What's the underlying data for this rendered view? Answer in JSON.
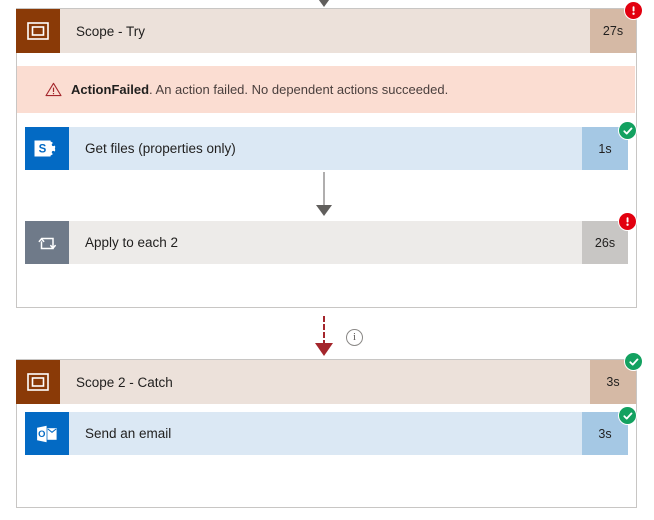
{
  "flow": {
    "top_connector": {
      "name": "incoming-connector",
      "style": "solid"
    },
    "scopes": [
      {
        "id": "scope-try",
        "title": "Scope - Try",
        "duration": "27s",
        "status": "failed",
        "status_icon": "error-icon",
        "scope_icon": "scope-icon",
        "error": {
          "icon": "warning-triangle-icon",
          "code": "ActionFailed",
          "text": ". An action failed. No dependent actions succeeded."
        },
        "actions": [
          {
            "title": "Get files (properties only)",
            "duration": "1s",
            "status": "succeeded",
            "status_icon": "success-check-icon",
            "icon": "sharepoint-icon",
            "theme": "blue"
          },
          {
            "title": "Apply to each 2",
            "duration": "26s",
            "status": "failed",
            "status_icon": "error-icon",
            "icon": "apply-to-each-loop-icon",
            "theme": "gray"
          }
        ]
      },
      {
        "id": "scope-catch",
        "title": "Scope 2 - Catch",
        "duration": "3s",
        "status": "succeeded",
        "status_icon": "success-check-icon",
        "scope_icon": "scope-icon",
        "actions": [
          {
            "title": "Send an email",
            "duration": "3s",
            "status": "succeeded",
            "status_icon": "success-check-icon",
            "icon": "outlook-icon",
            "theme": "blue"
          }
        ]
      }
    ],
    "inner_connector": {
      "name": "inner-connector",
      "style": "solid"
    },
    "scope_connector": {
      "name": "run-after-connector",
      "style": "dashed",
      "info_badge": "i",
      "info_icon": "info-icon"
    }
  },
  "colors": {
    "scope_header_bg": "#ece1da",
    "scope_icon_bg": "#8a3a07",
    "scope_duration_bg": "#d5b9a5",
    "error_banner_bg": "#fbddd2",
    "error_text": "#4a3f3d",
    "blue_card_bg": "#dbe8f4",
    "blue_card_duration_bg": "#a5c8e4",
    "sharepoint_blue": "#036ac4",
    "gray_card_bg": "#edebe9",
    "gray_card_duration_bg": "#c8c6c4",
    "loop_icon_bg": "#6f7a89",
    "success_green": "#13a160",
    "failed_red": "#e2000f",
    "dashed_arrow_red": "#a4262c",
    "solid_arrow_gray": "#605e5c",
    "container_border": "#c8c6c4"
  }
}
